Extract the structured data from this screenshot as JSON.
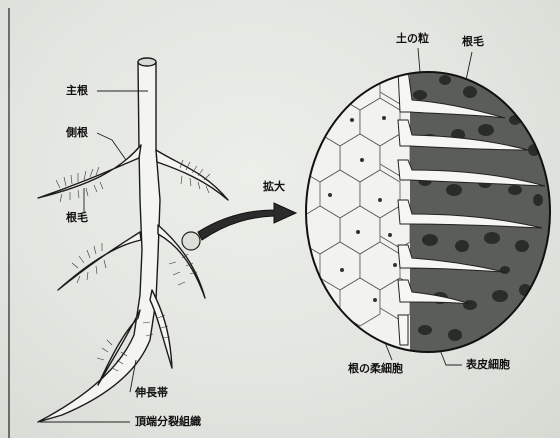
{
  "labels": {
    "main_root": "主根",
    "lateral_root": "側根",
    "root_hair_left": "根毛",
    "magnify": "拡大",
    "soil_particle": "土の粒",
    "root_hair_right": "根毛",
    "elongation_zone": "伸長帯",
    "apical_meristem": "頂端分裂組織",
    "root_parenchyma": "根の柔細胞",
    "epidermal_cell": "表皮細胞"
  },
  "colors": {
    "background": "#e3e6e0",
    "ink": "#111111",
    "soil": "#5b5e58",
    "soil_particle": "#2a2c28"
  }
}
